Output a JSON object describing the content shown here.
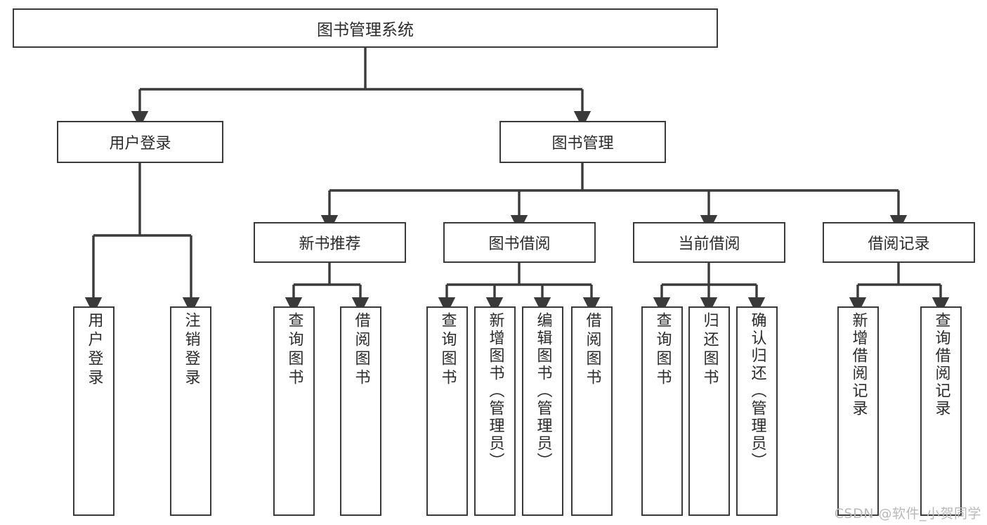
{
  "diagram": {
    "title": "图书管理系统",
    "type": "tree-hierarchy-chart",
    "watermark": "CSDN @软件_小贺同学",
    "colors": {
      "stroke": "#3a3a3a",
      "text": "#2b2b2b",
      "background": "#ffffff",
      "watermark": "#b9b9b9"
    },
    "root": {
      "label": "图书管理系统"
    },
    "level2": [
      {
        "id": "user-login",
        "label": "用户登录"
      },
      {
        "id": "book-management",
        "label": "图书管理"
      }
    ],
    "level3": [
      {
        "id": "new-book-recommend",
        "label": "新书推荐",
        "parent": "book-management"
      },
      {
        "id": "book-borrow",
        "label": "图书借阅",
        "parent": "book-management"
      },
      {
        "id": "current-borrow",
        "label": "当前借阅",
        "parent": "book-management"
      },
      {
        "id": "borrow-record",
        "label": "借阅记录",
        "parent": "book-management"
      }
    ],
    "leaves": [
      {
        "id": "leaf-user-login",
        "label": "用户登录",
        "parent": "user-login"
      },
      {
        "id": "leaf-logout-login",
        "label": "注销登录",
        "parent": "user-login"
      },
      {
        "id": "leaf-query-book-1",
        "label": "查询图书",
        "parent": "new-book-recommend"
      },
      {
        "id": "leaf-borrow-book-1",
        "label": "借阅图书",
        "parent": "new-book-recommend"
      },
      {
        "id": "leaf-query-book-2",
        "label": "查询图书",
        "parent": "book-borrow"
      },
      {
        "id": "leaf-add-book",
        "label": "新增图书（管理员）",
        "parent": "book-borrow"
      },
      {
        "id": "leaf-edit-book",
        "label": "编辑图书（管理员）",
        "parent": "book-borrow"
      },
      {
        "id": "leaf-borrow-book-2",
        "label": "借阅图书",
        "parent": "book-borrow"
      },
      {
        "id": "leaf-query-book-3",
        "label": "查询图书",
        "parent": "current-borrow"
      },
      {
        "id": "leaf-return-book",
        "label": "归还图书",
        "parent": "current-borrow"
      },
      {
        "id": "leaf-confirm-return",
        "label": "确认归还（管理员）",
        "parent": "current-borrow"
      },
      {
        "id": "leaf-add-record",
        "label": "新增借阅记录",
        "parent": "borrow-record"
      },
      {
        "id": "leaf-query-record",
        "label": "查询借阅记录",
        "parent": "borrow-record"
      }
    ]
  }
}
